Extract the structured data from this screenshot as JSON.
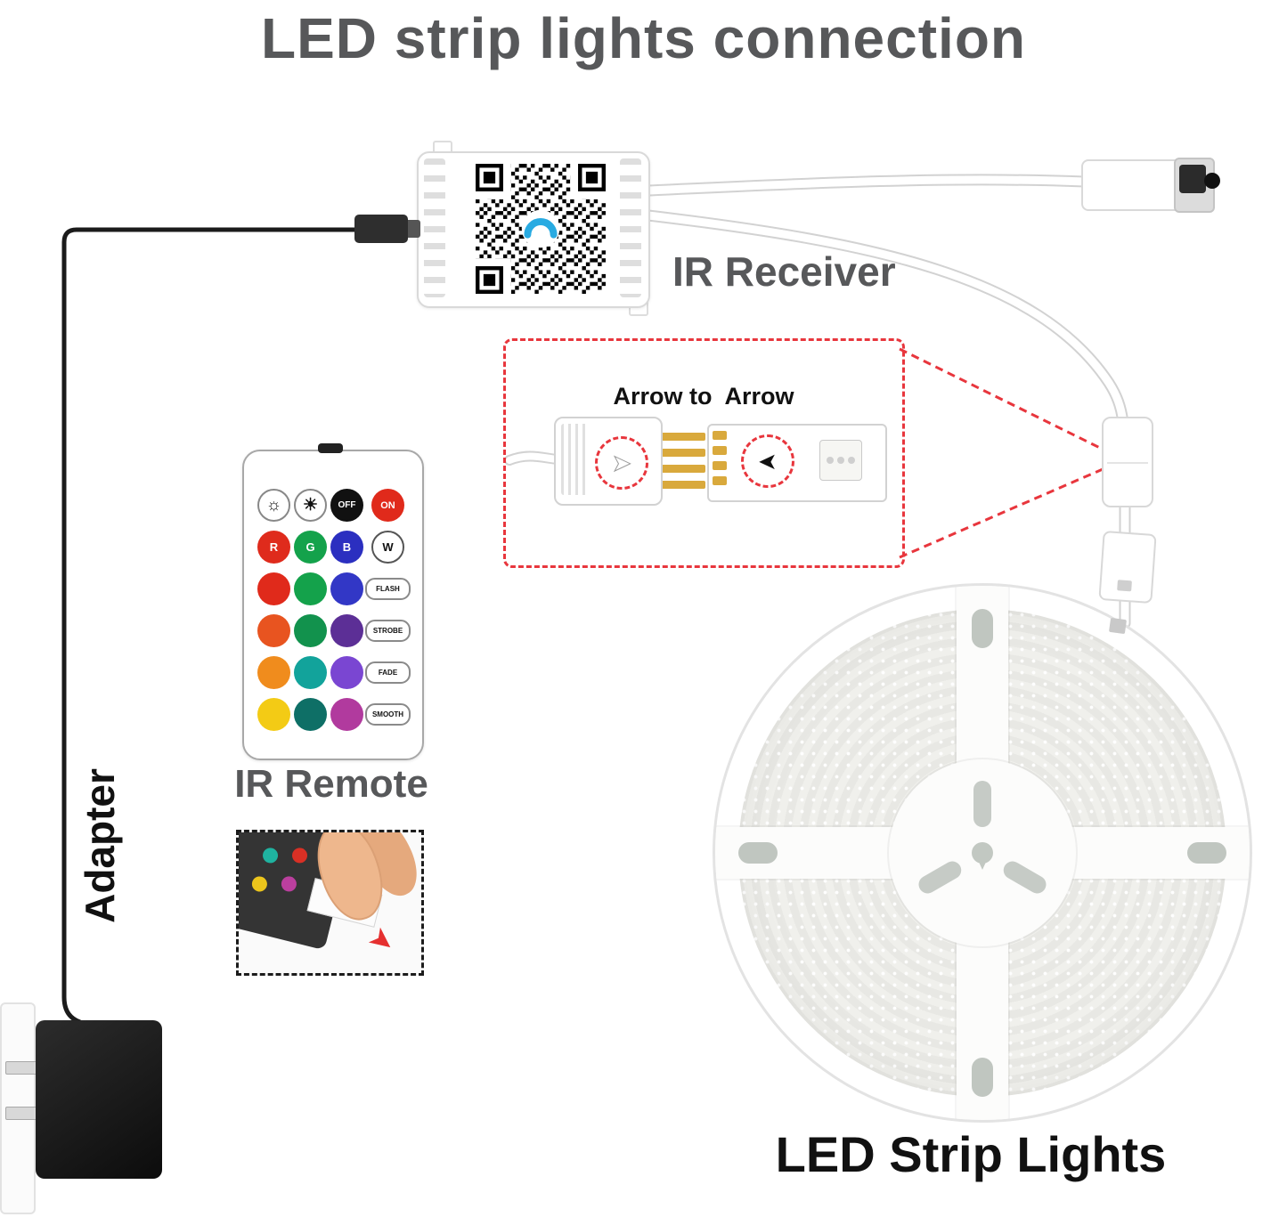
{
  "title": "LED strip lights connection",
  "labels": {
    "ir_receiver": "IR Receiver",
    "arrow_note": "Arrow to  Arrow",
    "ir_remote": "IR Remote",
    "adapter": "Adapter",
    "led_strip": "LED Strip Lights"
  },
  "remote": {
    "power": {
      "off": "OFF",
      "on": "ON"
    },
    "channels": {
      "r": "R",
      "g": "G",
      "b": "B",
      "w": "W"
    },
    "channel_colors": {
      "r": "#df2b1c",
      "g": "#14a24b",
      "b": "#2b2fc0",
      "w": "#ffffff"
    },
    "modes": [
      "FLASH",
      "STROBE",
      "FADE",
      "SMOOTH"
    ],
    "color_grid": [
      [
        "#e02a1b",
        "#14a24b",
        "#3237c6"
      ],
      [
        "#e85420",
        "#12924d",
        "#5c2f96"
      ],
      [
        "#f08c1d",
        "#12a39b",
        "#7a46d2"
      ],
      [
        "#f3cb15",
        "#0e6f66",
        "#b13a9e"
      ]
    ]
  },
  "icons": {
    "brightness_low": "☼",
    "brightness_high": "☀",
    "connector_arrow": "➤",
    "strip_arrow": "➤",
    "pull_arrow": "➤"
  },
  "colors": {
    "highlight_red": "#e8363d",
    "label_gray": "#57585a",
    "text_black": "#111111",
    "on_red": "#e02a1b",
    "off_black": "#111111",
    "pin_gold": "#d9a93c",
    "qr_logo_blue": "#29abe2"
  }
}
